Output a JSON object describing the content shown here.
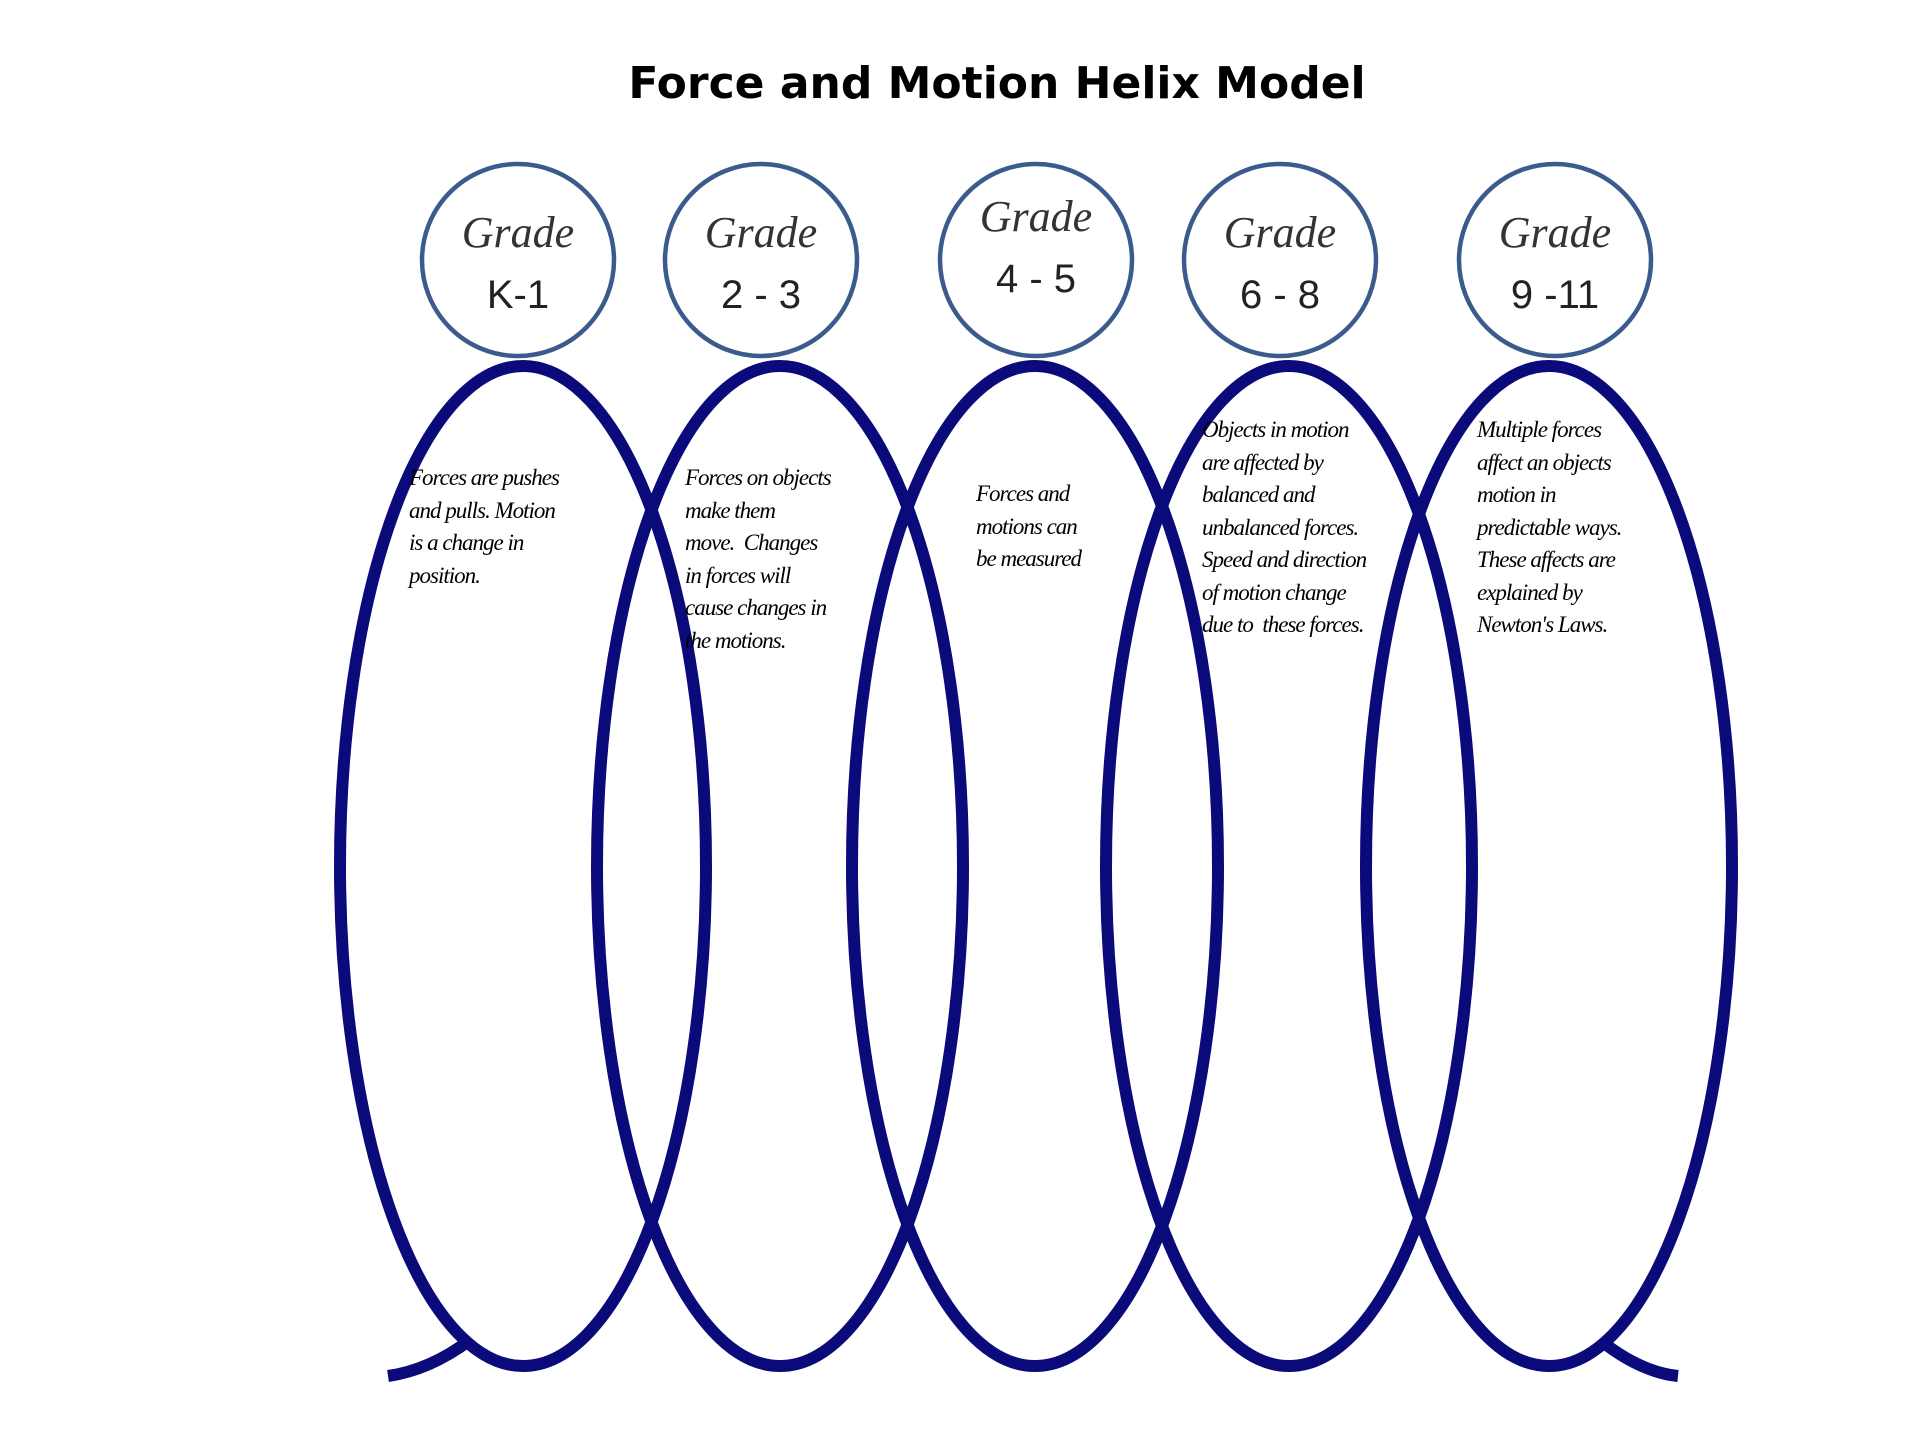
{
  "title": "Force and Motion Helix Model",
  "colors": {
    "helix": "#0a0a7a",
    "circle": "#3b5b8c"
  },
  "grades": [
    {
      "label": "Grade",
      "range": "K-1",
      "description": "Forces are pushes\nand pulls. Motion\nis a change in\nposition."
    },
    {
      "label": "Grade",
      "range": "2 - 3",
      "description": "Forces on objects\nmake them\nmove.  Changes\nin forces will\ncause changes in\nthe motions."
    },
    {
      "label": "Grade",
      "range": "4 - 5",
      "description": "Forces and\nmotions can\nbe measured"
    },
    {
      "label": "Grade",
      "range": "6 - 8",
      "description": "Objects in motion\nare affected by\nbalanced and\nunbalanced forces.\nSpeed and direction\nof motion change\ndue to  these forces."
    },
    {
      "label": "Grade",
      "range": "9 -11",
      "description": "Multiple forces\naffect an objects\nmotion in\npredictable ways.\nThese affects are\nexplained by\nNewton's Laws."
    }
  ]
}
